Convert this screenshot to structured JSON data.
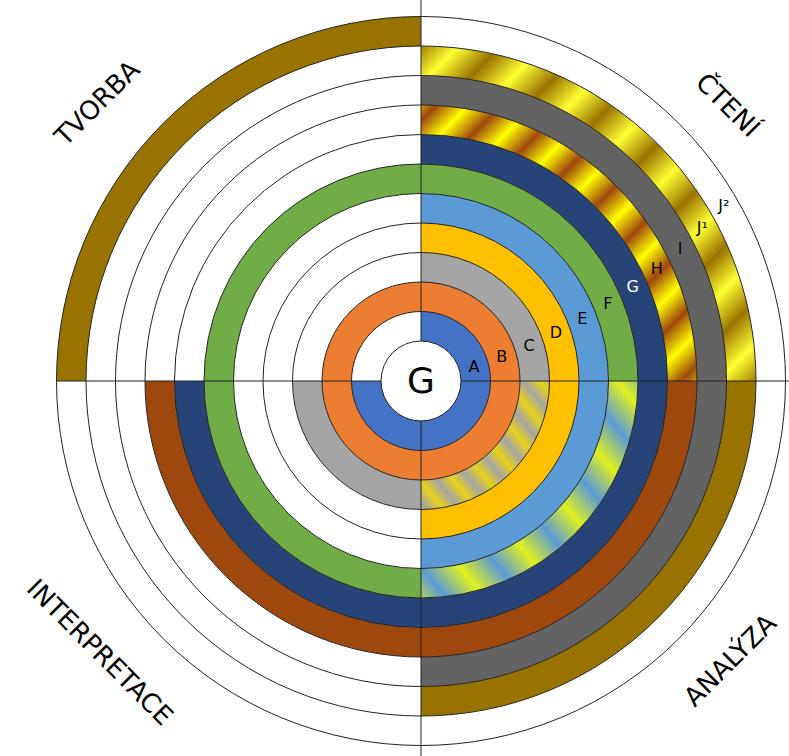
{
  "diagram": {
    "nodes": [
      {
        "text": [
          "G"
        ]
      }
    ],
    "labels": [
      "A",
      "B",
      "C",
      "D",
      "E",
      "F",
      "G",
      "H",
      "I",
      "J¹",
      "J²",
      "TVORBA",
      "ČTENÍ",
      "INTERPRETACE",
      "ANALÝZA"
    ]
  }
}
